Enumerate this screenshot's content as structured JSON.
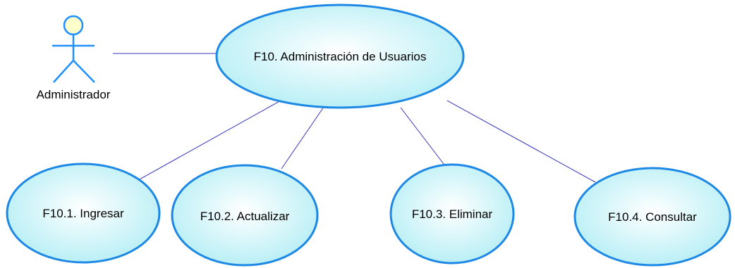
{
  "actor": {
    "label": "Administrador"
  },
  "main_use_case": {
    "label": "F10. Administración de Usuarios"
  },
  "sub_use_cases": [
    {
      "label": "F10.1. Ingresar"
    },
    {
      "label": "F10.2. Actualizar"
    },
    {
      "label": "F10.3. Eliminar"
    },
    {
      "label": "F10.4. Consultar"
    }
  ],
  "colors": {
    "line": "#3333bb",
    "ellipse_stroke": "#1e88e5",
    "ellipse_fill_center": "#ffffff",
    "ellipse_fill_edge": "#b3eef5",
    "actor_fill": "#ffffcc",
    "actor_stroke": "#1e90ff"
  }
}
